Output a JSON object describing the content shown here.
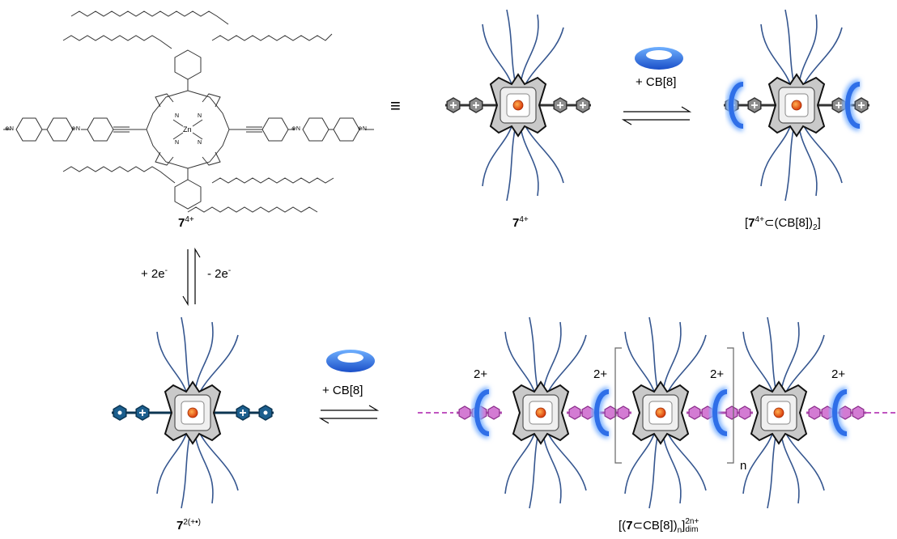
{
  "labels": {
    "porphyrin_structure": {
      "main": "7",
      "sup": "4+"
    },
    "model_7": {
      "main": "7",
      "sup": "4+"
    },
    "complex": {
      "open": "[",
      "main": "7",
      "sup": "4+",
      "rest": "⊂(CB[8])",
      "sub": "2",
      "close": "]"
    },
    "radical": {
      "main": "7",
      "sup": "2(+•)"
    },
    "polymer": {
      "open": "[(",
      "main": "7",
      "rest": "⊂CB[8])",
      "sub": "n",
      "close": "]",
      "sup2": "2n+",
      "sub2": "dim"
    }
  },
  "reactions": {
    "top_reagent": "+ CB[8]",
    "bottom_reagent": "+ CB[8]",
    "reduction": "+ 2e",
    "oxidation": "- 2e",
    "electron_sup": "-"
  },
  "symbols": {
    "equivalence": "≡",
    "repeat_n": "n"
  },
  "charges": [
    "2+",
    "2+",
    "2+",
    "2+"
  ],
  "structure_text": {
    "zn": "Zn",
    "n": "N",
    "n_plus": "⊕N",
    "methyl": "—"
  },
  "colors": {
    "chain": "#35568f",
    "cb8": "#2f6fe8",
    "porphyrin_fill": "#d7d7d7",
    "metal": "#e84a12",
    "radical_unit": "#1c5f8e",
    "polymer_link": "#b04cb0"
  }
}
